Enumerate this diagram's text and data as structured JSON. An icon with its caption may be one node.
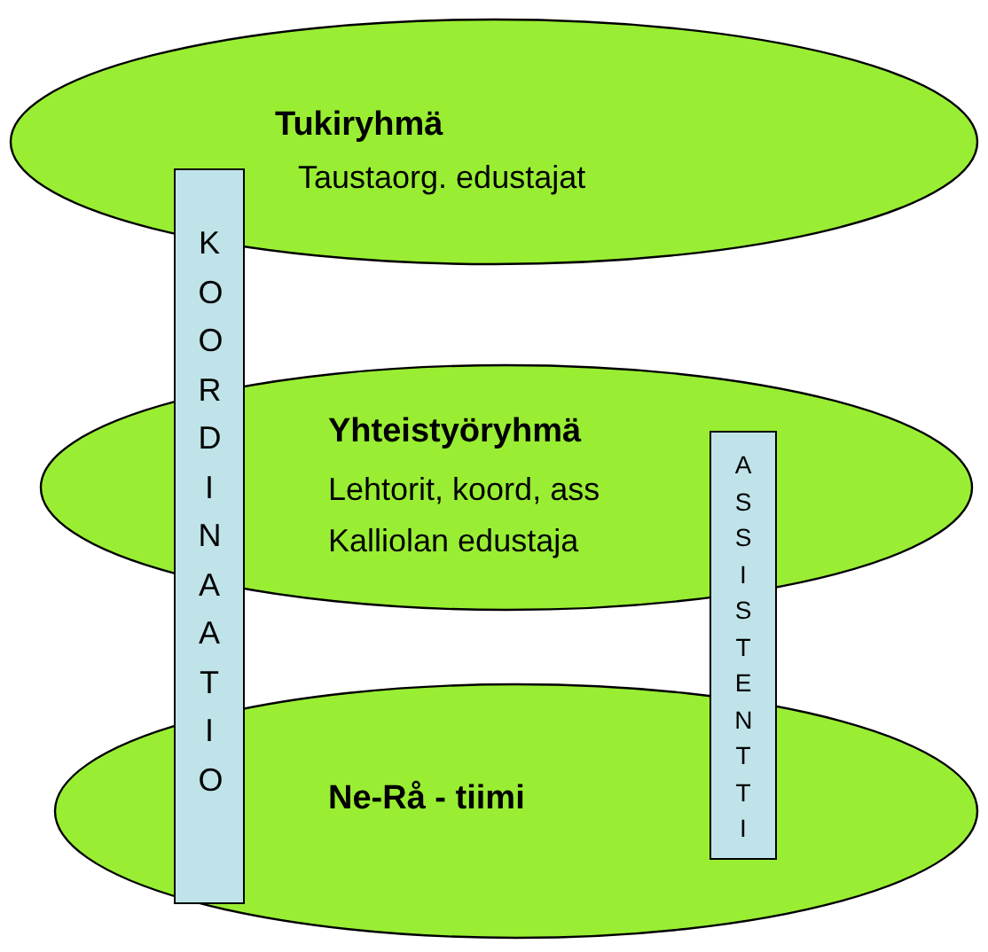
{
  "diagram": {
    "nodes": [
      {
        "text": [
          "Tukiryhmä",
          "Taustaorg. edustajat"
        ]
      },
      {
        "text": [
          "KOORDINAATIO"
        ]
      },
      {
        "text": [
          "Yhteistyöryhmä",
          "Lehtorit, koord, ass",
          "Kalliolan edustaja"
        ]
      },
      {
        "text": [
          "ASSISTENTTI"
        ]
      },
      {
        "text": [
          "Ne-Rå - tiimi"
        ]
      }
    ]
  }
}
